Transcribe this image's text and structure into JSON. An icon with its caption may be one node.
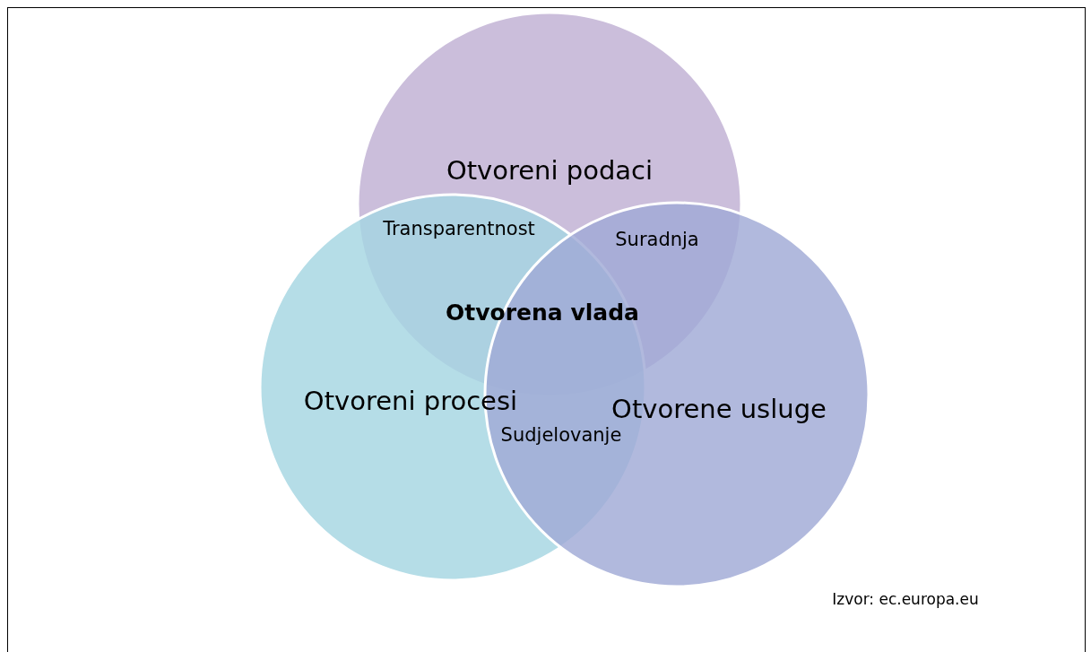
{
  "diagram": {
    "nodes": [
      {
        "text": [
          "Otvoreni podaci"
        ]
      },
      {
        "text": [
          "Otvoreni procesi"
        ]
      },
      {
        "text": [
          "Otvorene usluge"
        ]
      }
    ],
    "edges": [],
    "labels": [
      "Transparentnost",
      "Suradnja",
      "Otvorena vlada",
      "Sudjelovanje",
      "Izvor: ec.europa.eu"
    ]
  }
}
